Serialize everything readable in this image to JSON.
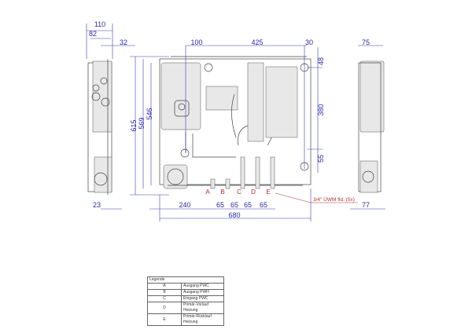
{
  "dimensions": {
    "top": {
      "side_width": "110",
      "side_inner": "82",
      "side_offset": "32",
      "left_offset": "100",
      "span": "425",
      "right_offset": "30",
      "right_side": "75"
    },
    "right": {
      "top": "48",
      "middle": "380",
      "bottom": "55"
    },
    "left": {
      "total_height": "615",
      "height_2": "569",
      "height_3": "546"
    },
    "bottom": {
      "side": "23",
      "left_offset": "240",
      "pitch": [
        "65",
        "65",
        "65",
        "65"
      ],
      "total_width": "680",
      "right_side": "77"
    }
  },
  "connections": [
    "A",
    "B",
    "C",
    "D",
    "E"
  ],
  "connection_note": "3/4\" ÜWM fld. (5x)",
  "legend": {
    "title": "Legende",
    "rows": [
      {
        "key": "A",
        "label": "Ausgang PWC"
      },
      {
        "key": "B",
        "label": "Ausgang PWH"
      },
      {
        "key": "C",
        "label": "Eingang PWC"
      },
      {
        "key": "D",
        "label": "Primär-Vorlauf Heizung"
      },
      {
        "key": "E",
        "label": "Primär-Rücklauf Heizung"
      }
    ]
  },
  "colors": {
    "dimension": "#2a2aa8",
    "connection": "#c0262b"
  }
}
